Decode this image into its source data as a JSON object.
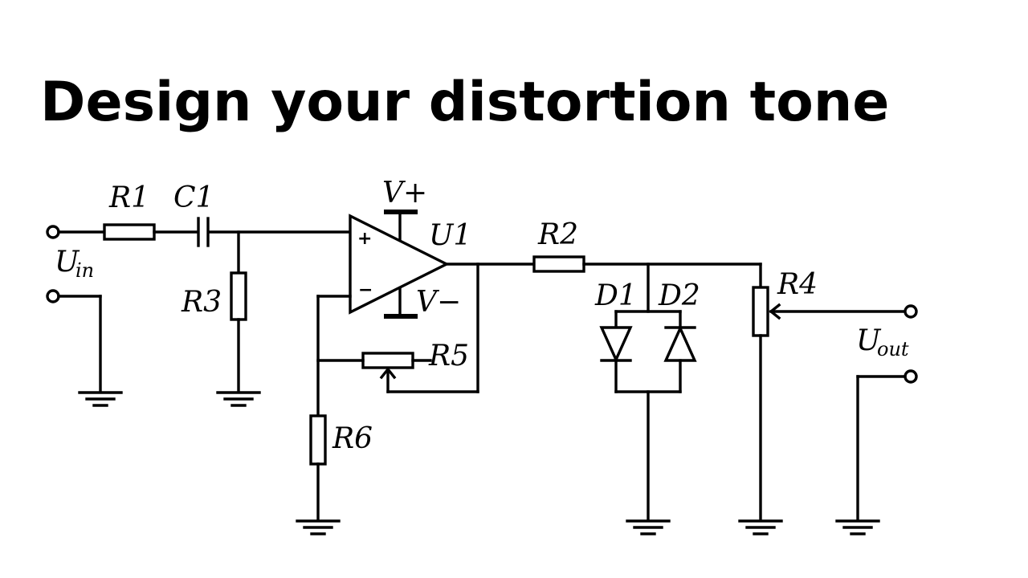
{
  "title": "Design your distortion tone",
  "labels": {
    "r1": "R1",
    "c1": "C1",
    "r2": "R2",
    "r3": "R3",
    "r4": "R4",
    "r5": "R5",
    "r6": "R6",
    "d1": "D1",
    "d2": "D2",
    "u1": "U1",
    "vplus": "V+",
    "vminus": "V−",
    "uin_base": "U",
    "uin_sub": "in",
    "uout_base": "U",
    "uout_sub": "out",
    "opamp_plus": "+",
    "opamp_minus": "−"
  }
}
